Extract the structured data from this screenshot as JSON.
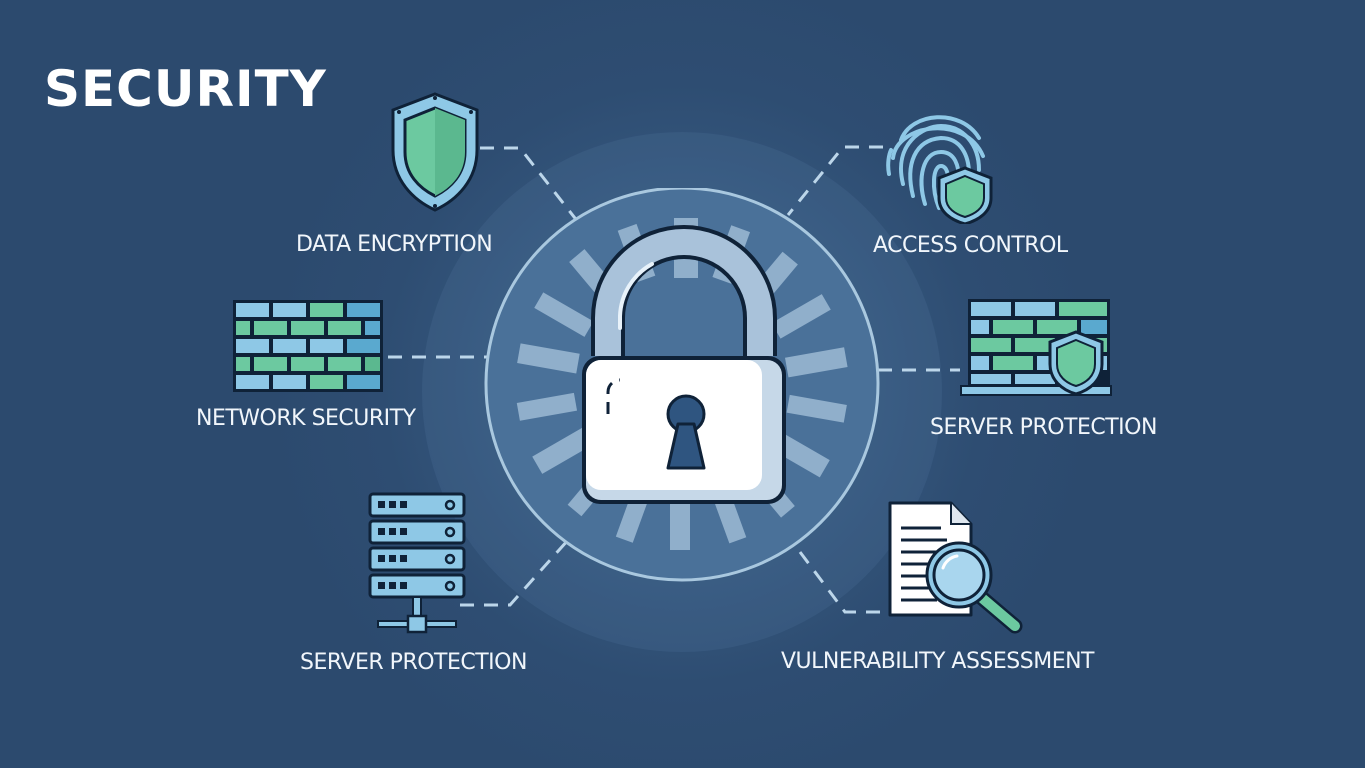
{
  "title": "SECURITY",
  "center": {
    "icon": "padlock-icon"
  },
  "features": [
    {
      "label": "DATA ENCRYPTION",
      "icon": "shield-icon"
    },
    {
      "label": "ACCESS CONTROL",
      "icon": "fingerprint-shield-icon"
    },
    {
      "label": "NETWORK SECURITY",
      "icon": "firewall-icon"
    },
    {
      "label": "SERVER PROTECTION",
      "icon": "firewall-shield-icon"
    },
    {
      "label": "SERVER PROTECTION",
      "icon": "server-rack-icon"
    },
    {
      "label": "VULNERABILITY ASSESSMENT",
      "icon": "document-magnifier-icon"
    }
  ],
  "colors": {
    "background": "#2c4a6e",
    "accent_green": "#6cc9a0",
    "accent_blue": "#8ec8e6",
    "outline": "#0f2238",
    "text": "#ffffff"
  }
}
